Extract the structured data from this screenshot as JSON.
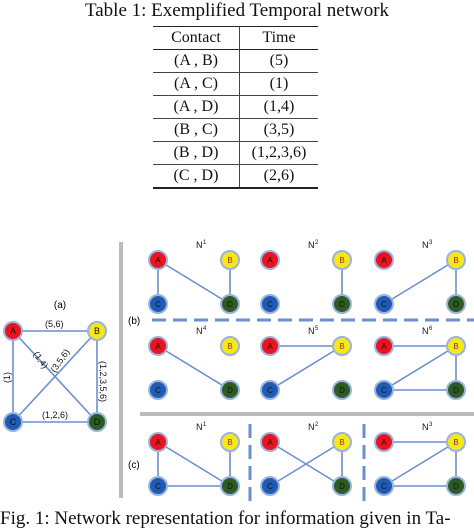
{
  "table": {
    "caption": "Table 1: Exemplified Temporal network",
    "headers": [
      "Contact",
      "Time"
    ],
    "rows": [
      [
        "(A , B)",
        "(5)"
      ],
      [
        "(A , C)",
        "(1)"
      ],
      [
        "(A , D)",
        "(1,4)"
      ],
      [
        "(B , C)",
        "(3,5)"
      ],
      [
        "(B , D)",
        "(1,2,3,6)"
      ],
      [
        "(C , D)",
        "(2,6)"
      ]
    ]
  },
  "figure": {
    "node_labels": [
      "A",
      "B",
      "C",
      "D"
    ],
    "node_colors": {
      "A": "#e8141e",
      "B": "#f4e81a",
      "C": "#1f5bb5",
      "D": "#2e5b22"
    },
    "panel_labels": [
      "(a)",
      "(b)",
      "(c)"
    ],
    "edge_labels": [
      "(5,6)",
      "(1)",
      "(1,4)",
      "(3,5,6)",
      "(1,2,3,5,6)",
      "(1,2,6)"
    ],
    "b_titles": [
      "N",
      "N",
      "N",
      "N",
      "N",
      "N"
    ],
    "b_sups": [
      "1",
      "2",
      "3",
      "4",
      "5",
      "6"
    ],
    "c_titles": [
      "N",
      "N",
      "N"
    ],
    "c_sups": [
      "1",
      "2",
      "3"
    ],
    "caption": "Fig. 1: Network representation for information given in Ta-"
  }
}
